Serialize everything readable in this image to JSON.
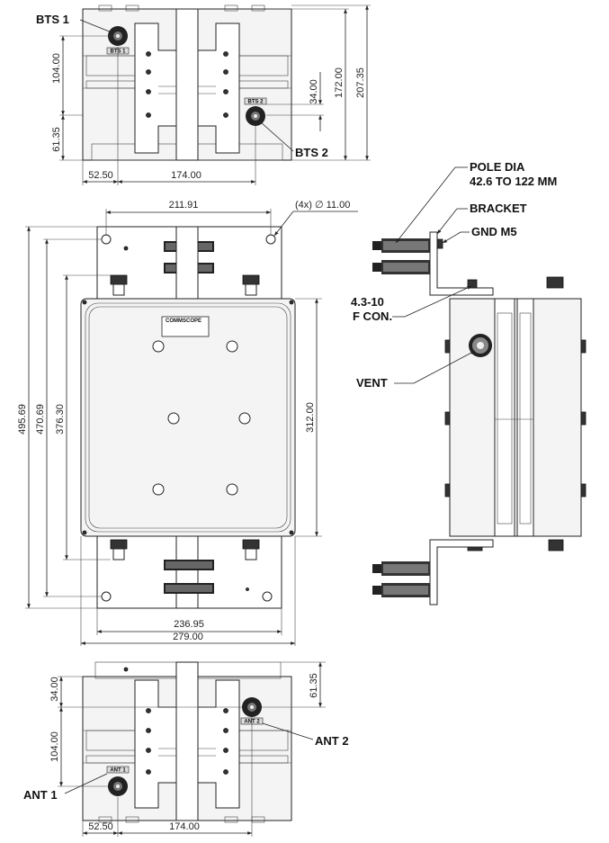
{
  "top_view": {
    "labels": {
      "bts1": "BTS 1",
      "bts2": "BTS 2"
    },
    "tags": {
      "bts1_tag": "BTS 1",
      "bts2_tag": "BTS 2"
    },
    "dims": {
      "d104": "104.00",
      "d61_35": "61.35",
      "d172": "172.00",
      "d207_35": "207.35",
      "d34": "34.00",
      "d52_50": "52.50",
      "d174": "174.00"
    }
  },
  "front_view": {
    "dims": {
      "d211_91": "211.91",
      "hole": "(4x) ∅ 11.00",
      "d495_69": "495.69",
      "d470_69": "470.69",
      "d376_30": "376.30",
      "d312": "312.00",
      "d236_95": "236.95",
      "d279": "279.00"
    },
    "badge": "COMMSCOPE"
  },
  "side_view": {
    "labels": {
      "pole_1": "POLE DIA",
      "pole_2": "42.6 TO 122 MM",
      "bracket": "BRACKET",
      "gnd": "GND M5",
      "con_1": "4.3-10",
      "con_2": "F CON.",
      "vent": "VENT"
    }
  },
  "bottom_view": {
    "labels": {
      "ant1": "ANT 1",
      "ant2": "ANT 2"
    },
    "tags": {
      "ant1_tag": "ANT 1",
      "ant2_tag": "ANT 2"
    },
    "dims": {
      "d34": "34.00",
      "d104": "104.00",
      "d61_35": "61.35",
      "d52_50": "52.50",
      "d174": "174.00"
    }
  }
}
